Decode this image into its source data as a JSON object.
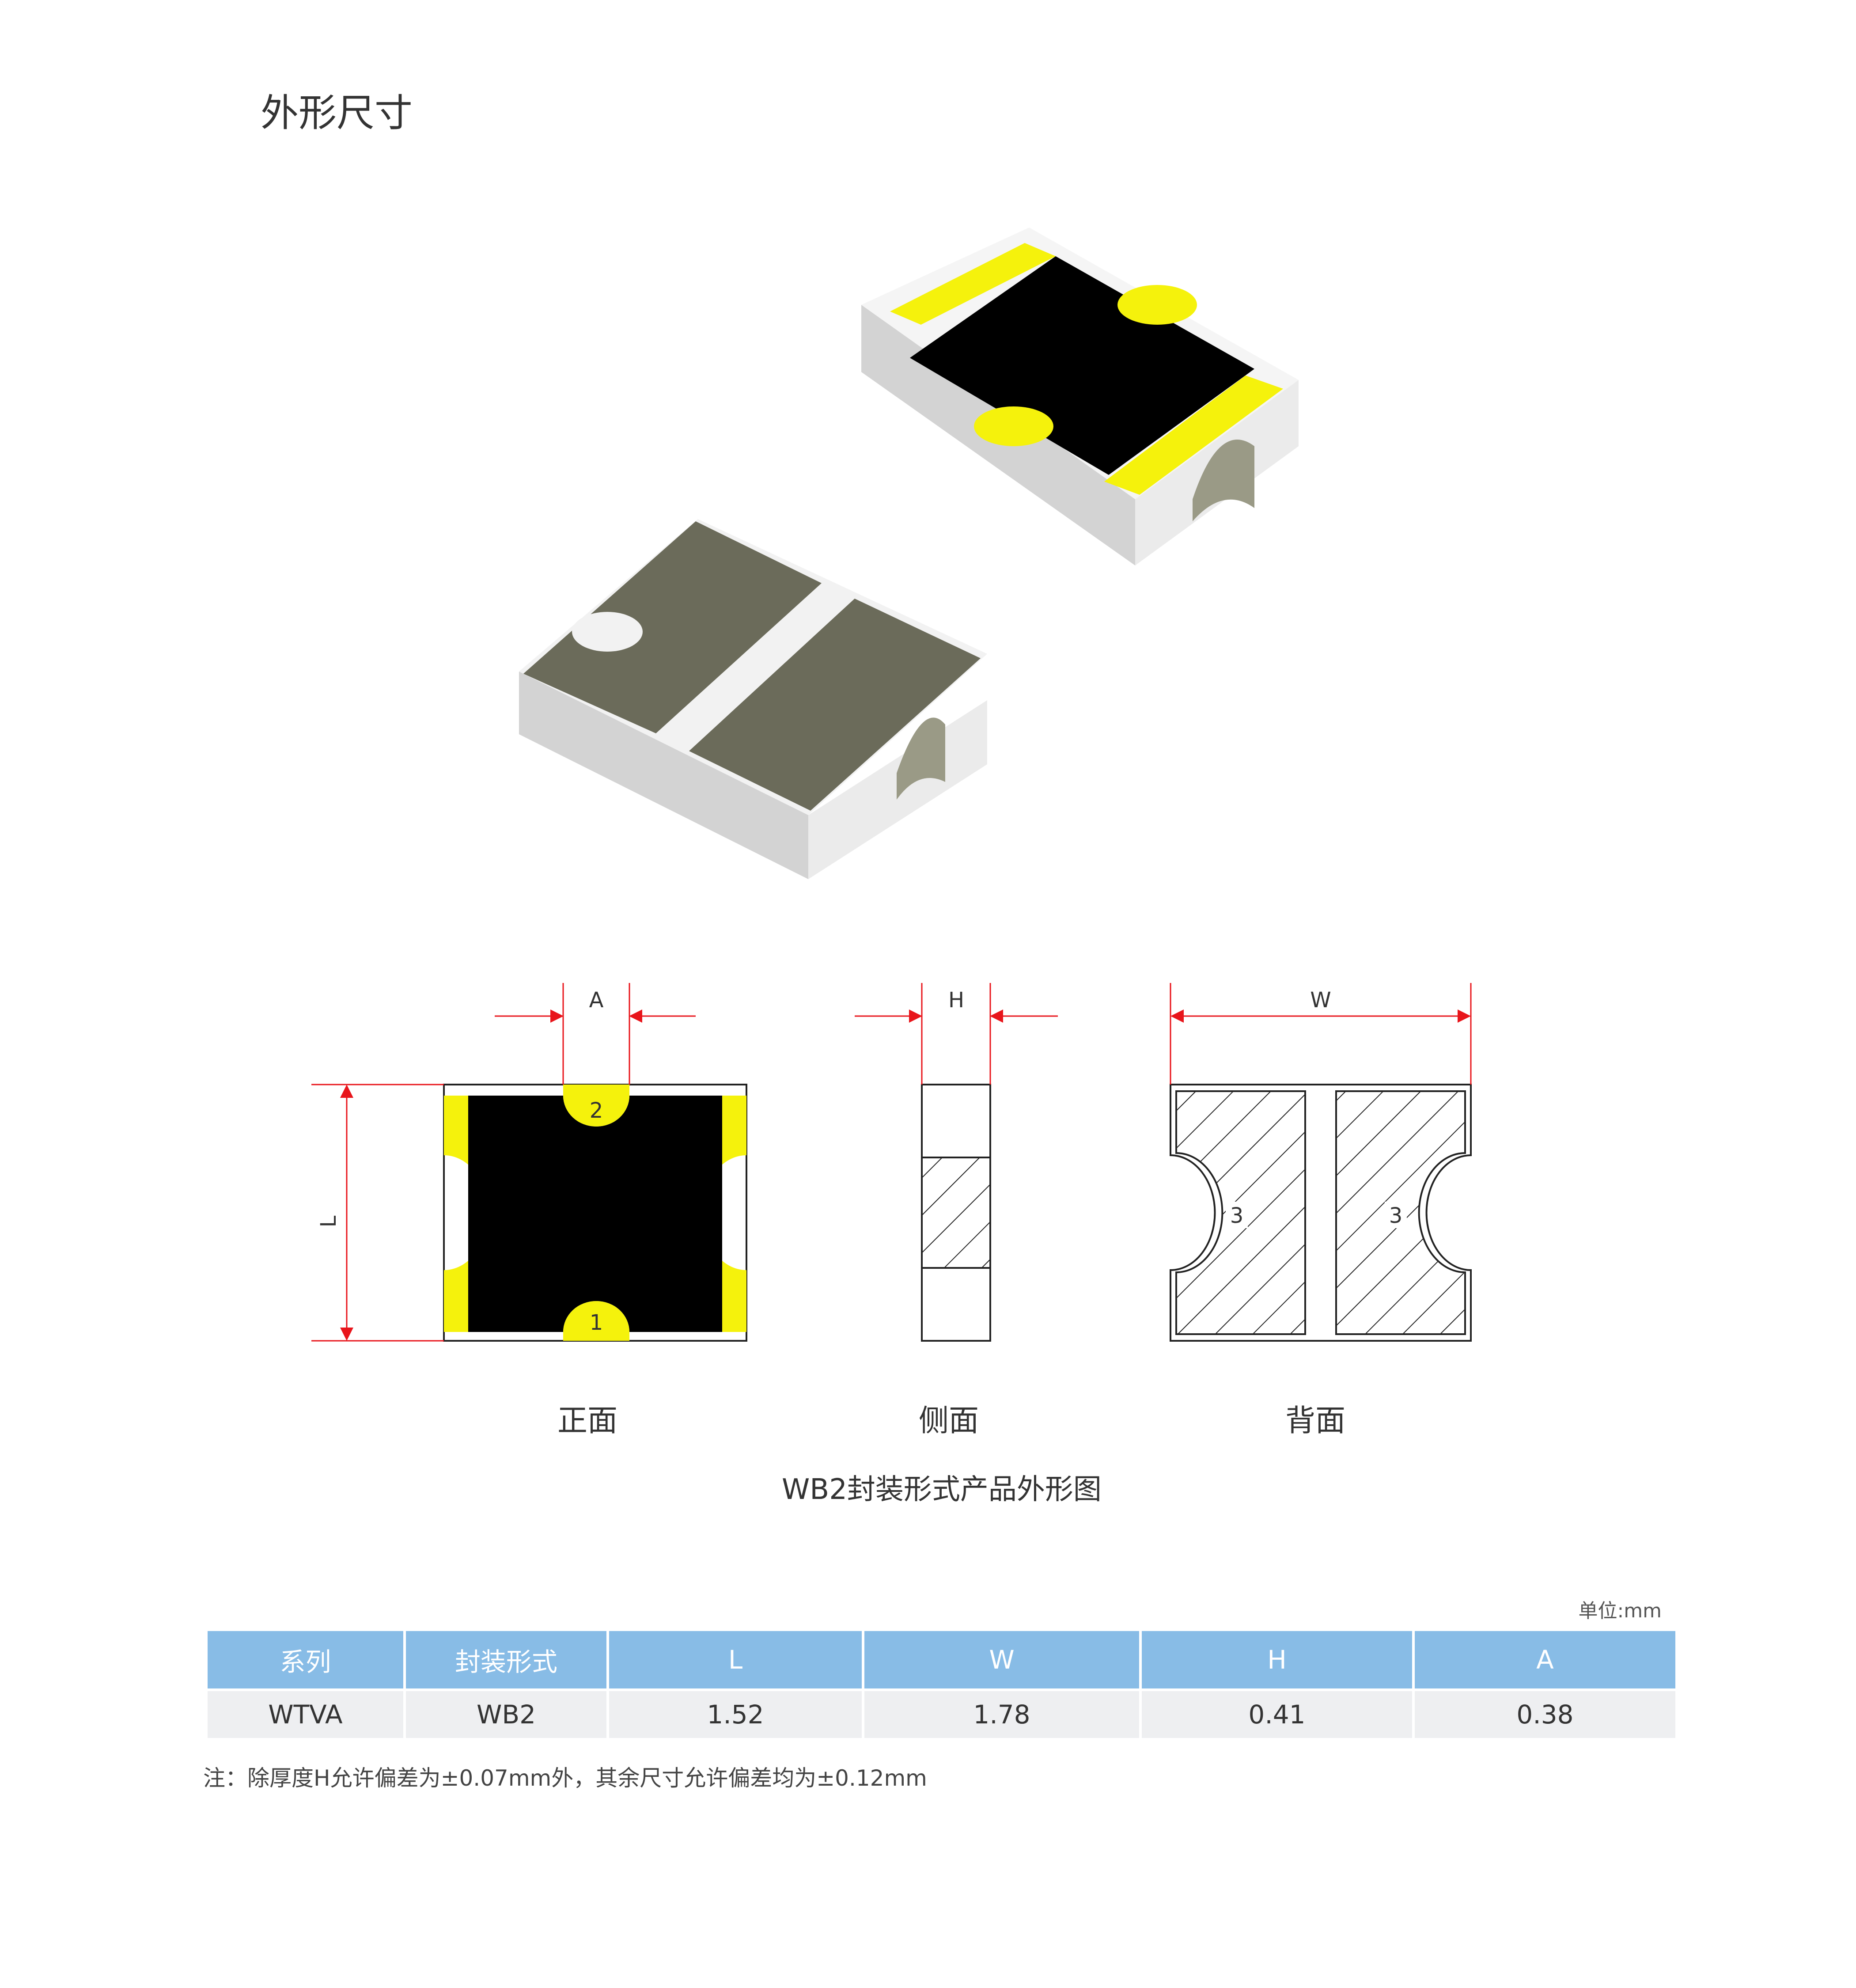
{
  "page": {
    "title": "外形尺寸"
  },
  "diagram": {
    "dims": {
      "A": "A",
      "H": "H",
      "W": "W",
      "L": "L"
    },
    "pads": {
      "front_top": "2",
      "front_bottom": "1",
      "back_left": "3",
      "back_right": "3"
    },
    "views": {
      "front": "正面",
      "side": "侧面",
      "back": "背面"
    },
    "caption": "WB2封装形式产品外形图",
    "colors": {
      "pad": "#f5f20c",
      "body": "#000000",
      "ceramic": "#dcdcdc",
      "back_pad": "#6b6b5a",
      "dim_line": "#e8151b"
    }
  },
  "table": {
    "unit": "单位:mm",
    "headers": [
      "系列",
      "封装形式",
      "L",
      "W",
      "H",
      "A"
    ],
    "rows": [
      [
        "WTVA",
        "WB2",
        "1.52",
        "1.78",
        "0.41",
        "0.38"
      ]
    ]
  },
  "note": "注：除厚度H允许偏差为±0.07mm外，其余尺寸允许偏差均为±0.12mm"
}
